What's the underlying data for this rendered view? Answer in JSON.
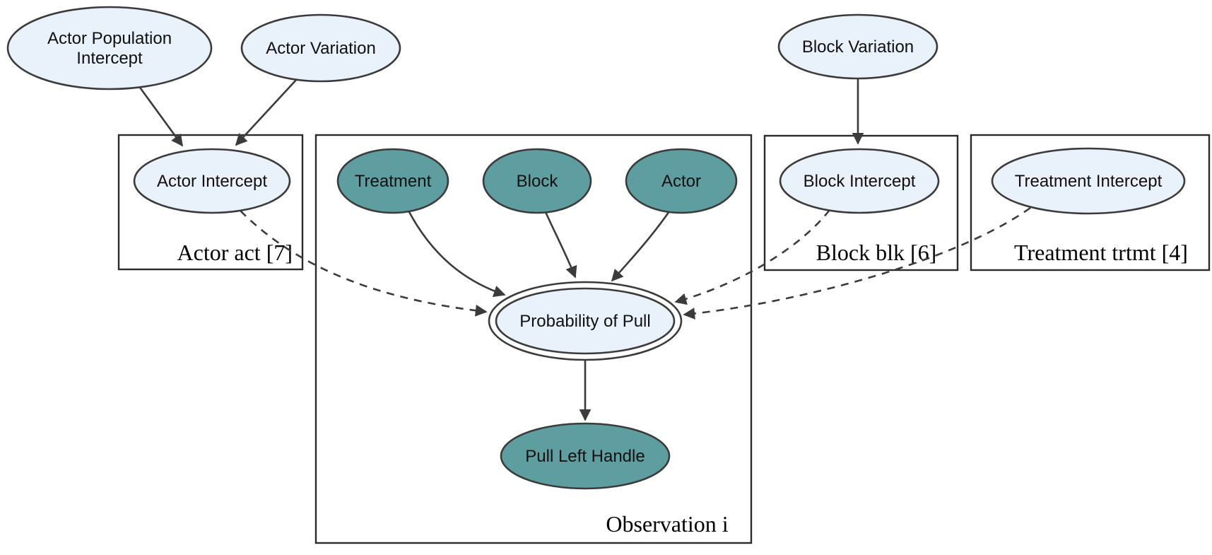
{
  "diagram": {
    "type": "plate-notation graphical model",
    "background": "#ffffff"
  },
  "colors": {
    "node_light": "#e9f1fb",
    "node_teal": "#5f9ea0",
    "outline": "#3b3b3b"
  },
  "nodes": {
    "actor_population_intercept": {
      "label_line1": "Actor Population",
      "label_line2": "Intercept",
      "style": "light-ellipse"
    },
    "actor_variation": {
      "label": "Actor Variation",
      "style": "light-ellipse"
    },
    "block_variation": {
      "label": "Block Variation",
      "style": "light-ellipse"
    },
    "actor_intercept": {
      "label": "Actor Intercept",
      "style": "light-ellipse"
    },
    "treatment": {
      "label": "Treatment",
      "style": "teal-ellipse"
    },
    "block": {
      "label": "Block",
      "style": "teal-ellipse"
    },
    "actor": {
      "label": "Actor",
      "style": "teal-ellipse"
    },
    "block_intercept": {
      "label": "Block Intercept",
      "style": "light-ellipse"
    },
    "treatment_intercept": {
      "label": "Treatment Intercept",
      "style": "light-ellipse"
    },
    "probability_of_pull": {
      "label": "Probability of Pull",
      "style": "light-double-ellipse"
    },
    "pull_left_handle": {
      "label": "Pull Left Handle",
      "style": "teal-ellipse"
    }
  },
  "plates": {
    "actor": {
      "label": "Actor act [7]"
    },
    "observation": {
      "label": "Observation i"
    },
    "block": {
      "label": "Block blk [6]"
    },
    "treatment": {
      "label": "Treatment trtmt [4]"
    }
  },
  "edges": {
    "solid": [
      "actor_population_intercept -> actor_intercept",
      "actor_variation -> actor_intercept",
      "block_variation -> block_intercept",
      "treatment -> probability_of_pull",
      "block -> probability_of_pull",
      "actor -> probability_of_pull",
      "probability_of_pull -> pull_left_handle"
    ],
    "dashed": [
      "actor_intercept -> probability_of_pull",
      "block_intercept -> probability_of_pull",
      "treatment_intercept -> probability_of_pull"
    ]
  }
}
